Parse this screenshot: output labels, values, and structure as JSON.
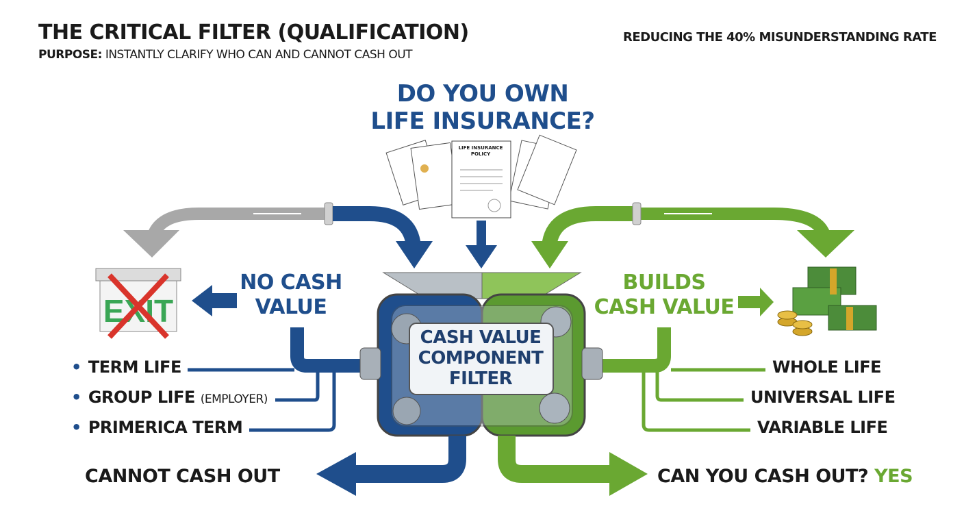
{
  "title": "THE CRITICAL FILTER (QUALIFICATION)",
  "subtitle_label": "PURPOSE:",
  "subtitle_text": "INSTANTLY CLARIFY WHO CAN AND CANNOT CASH OUT",
  "rate_note": "REDUCING THE 40% MISUNDERSTANDING RATE",
  "question_line1": "DO YOU OWN",
  "question_line2": "LIFE INSURANCE?",
  "policy_doc_line1": "LIFE INSURANCE",
  "policy_doc_line2": "POLICY",
  "filter_line1": "CASH VALUE",
  "filter_line2": "COMPONENT",
  "filter_line3": "FILTER",
  "exit_sign_text": "EXIT",
  "left_branch": {
    "label_line1": "NO CASH",
    "label_line2": "VALUE",
    "items": [
      {
        "text": "TERM LIFE",
        "note": ""
      },
      {
        "text": "GROUP LIFE",
        "note": "(EMPLOYER)"
      },
      {
        "text": "PRIMERICA TERM",
        "note": ""
      }
    ],
    "outcome": "CANNOT CASH OUT"
  },
  "right_branch": {
    "label_line1": "BUILDS",
    "label_line2": "CASH VALUE",
    "items": [
      "WHOLE LIFE",
      "UNIVERSAL LIFE",
      "VARIABLE LIFE"
    ],
    "outcome_prefix": "CAN YOU CASH OUT?",
    "outcome_yes": "YES"
  },
  "colors": {
    "blue": "#1f4e8c",
    "green": "#6aa832",
    "gray": "#a8a8a8",
    "exit_red": "#d9342b",
    "exit_green": "#3aa655",
    "money_green": "#4c8c3a",
    "coin_gold": "#d4a62a"
  }
}
